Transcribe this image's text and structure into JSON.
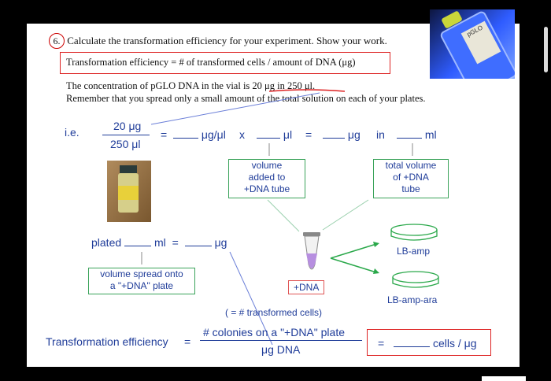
{
  "question": {
    "number": "6.",
    "prompt": "Calculate the transformation efficiency for your experiment.  Show your work.",
    "formula": "Transformation efficiency = # of transformed cells / amount of DNA (μg)",
    "line1": "The concentration of pGLO DNA in the vial is 20 μg in 250 μl.",
    "line2": "Remember that you spread only a small amount of the total solution on each of your plates."
  },
  "calc": {
    "ie": "i.e.",
    "num": "20 μg",
    "den": "250 μl",
    "eq1": "=",
    "unit1": "μg/μl",
    "times": "x",
    "unit2": "μl",
    "eq2": "=",
    "unit3": "μg",
    "in": "in",
    "unit4": "ml"
  },
  "boxes": {
    "volume_added": "volume\nadded to\n+DNA tube",
    "total_volume": "total volume\nof +DNA\ntube",
    "volume_spread": "volume spread onto\na \"+DNA\" plate"
  },
  "plated": {
    "label": "plated",
    "ml": "ml",
    "eq": "=",
    "ug": "μg"
  },
  "labels": {
    "dna_tube": "+DNA",
    "lb_amp": "LB-amp",
    "lb_amp_ara": "LB-amp-ara",
    "transformed": "( = # transformed cells)"
  },
  "efficiency": {
    "label": "Transformation efficiency",
    "eq": "=",
    "numerator": "# colonies on a \"+DNA\" plate",
    "denominator": "μg DNA",
    "result_eq": "=",
    "result_unit": "cells / μg"
  },
  "photo_vial_label": "pGLO",
  "colors": {
    "accent_blue": "#1f3c99",
    "box_green": "#3aa35a",
    "box_red": "#d22222"
  }
}
